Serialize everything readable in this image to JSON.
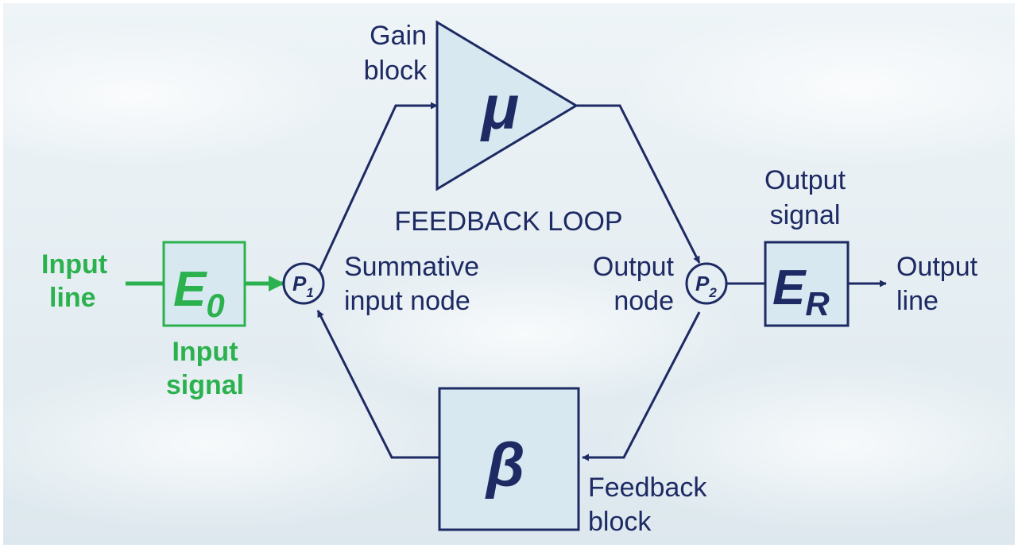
{
  "colors": {
    "primary": "#1d2a63",
    "input_green": "#2bb24f",
    "block_fill": "#d7e8f1",
    "sky_top": "#eef4f7",
    "sky_bottom": "#dfe9ef"
  },
  "labels": {
    "gain_block_line1": "Gain",
    "gain_block_line2": "block",
    "feedback_loop": "FEEDBACK LOOP",
    "output_signal_line1": "Output",
    "output_signal_line2": "signal",
    "input_line_line1": "Input",
    "input_line_line2": "line",
    "input_signal_line1": "Input",
    "input_signal_line2": "signal",
    "summative_line1": "Summative",
    "summative_line2": "input node",
    "output_node_line1": "Output",
    "output_node_line2": "node",
    "output_line_line1": "Output",
    "output_line_line2": "line",
    "feedback_block_line1": "Feedback",
    "feedback_block_line2": "block"
  },
  "symbols": {
    "gain": "μ",
    "feedback": "β",
    "input_signal_main": "E",
    "input_signal_sub": "0",
    "output_signal_main": "E",
    "output_signal_sub": "R",
    "node1_main": "P",
    "node1_sub": "1",
    "node2_main": "P",
    "node2_sub": "2"
  }
}
